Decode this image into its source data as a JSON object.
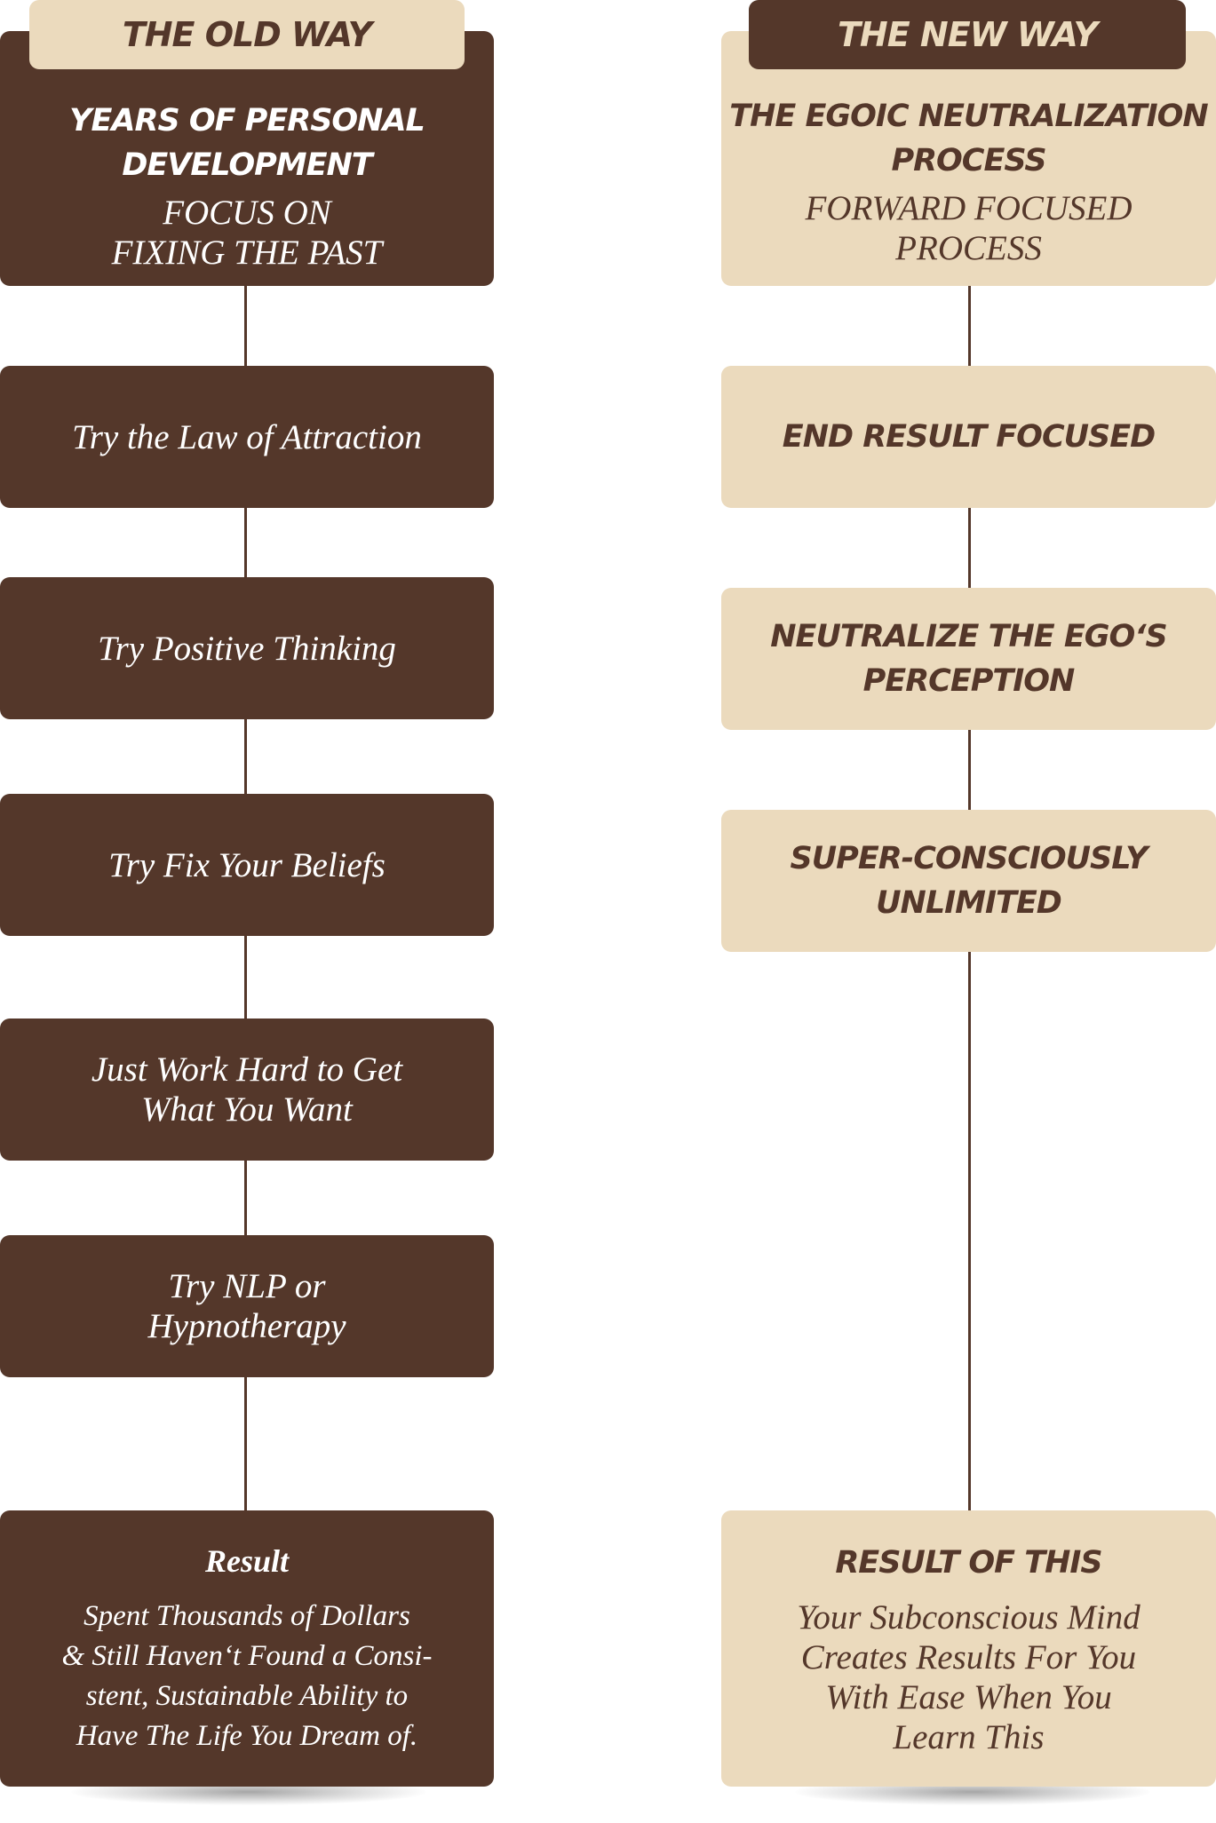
{
  "old_way": {
    "tab": "THE OLD WAY",
    "header_title_line1": "YEARS OF PERSONAL",
    "header_title_line2": "DEVELOPMENT",
    "header_subtitle_line1": "FOCUS ON",
    "header_subtitle_line2": "FIXING THE PAST",
    "step1": "Try the Law of Attraction",
    "step2": "Try Positive Thinking",
    "step3": "Try Fix Your Beliefs",
    "step4_line1": "Just Work Hard to Get",
    "step4_line2": "What You Want",
    "step5_line1": "Try NLP or",
    "step5_line2": "Hypnotherapy",
    "result_title": "Result",
    "result_line1": "Spent Thousands of Dollars",
    "result_line2": "& Still Haven‘t Found a Consi-",
    "result_line3": "stent, Sustainable Ability to",
    "result_line4": "Have The Life You Dream of."
  },
  "new_way": {
    "tab": "THE NEW WAY",
    "header_title_line1": "THE EGOIC NEUTRALIZATION",
    "header_title_line2": "PROCESS",
    "header_subtitle_line1": "FORWARD FOCUSED",
    "header_subtitle_line2": "PROCESS",
    "step1": "END RESULT FOCUSED",
    "step2_line1": "NEUTRALIZE THE EGO‘S",
    "step2_line2": "PERCEPTION",
    "step3_line1": "SUPER-CONSCIOUSLY",
    "step3_line2": "UNLIMITED",
    "result_title": "RESULT OF THIS",
    "result_line1": "Your Subconscious Mind",
    "result_line2": "Creates Results For You",
    "result_line3": "With Ease When You",
    "result_line4": "Learn This"
  },
  "colors": {
    "dark_brown": "#54372a",
    "beige": "#ebdabd",
    "background": "#ffffff"
  }
}
